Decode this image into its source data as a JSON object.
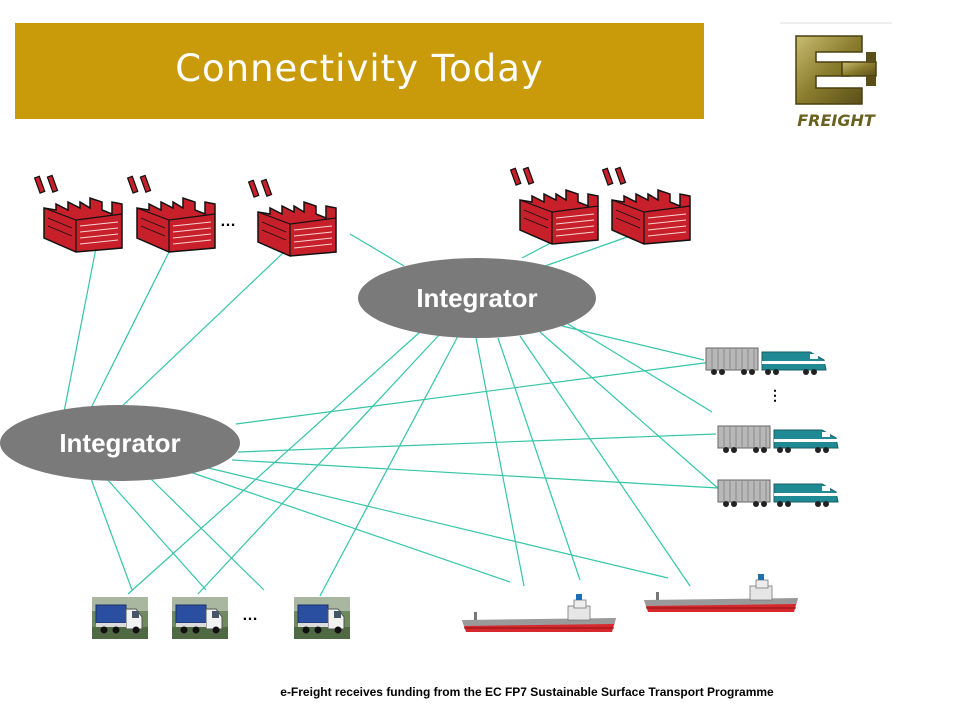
{
  "slide": {
    "title": "Connectivity Today",
    "footer": "e-Freight receives funding from the EC FP7 Sustainable Surface Transport Programme"
  },
  "logo": {
    "text": "FREIGHT",
    "icon": "e-freight-logo"
  },
  "nodes": {
    "integrator_top": "Integrator",
    "integrator_left": "Integrator",
    "factory_ellipsis": "…",
    "truck_ellipsis": "…",
    "train_ellipsis": "⋮"
  },
  "colors": {
    "banner": "#c99a0a",
    "connector": "#35c5a8",
    "integrator_fill": "#7a7a7a",
    "factory": "#c8202a",
    "train_locomotive": "#1f8a93",
    "ship_hull": "#d7282d"
  }
}
